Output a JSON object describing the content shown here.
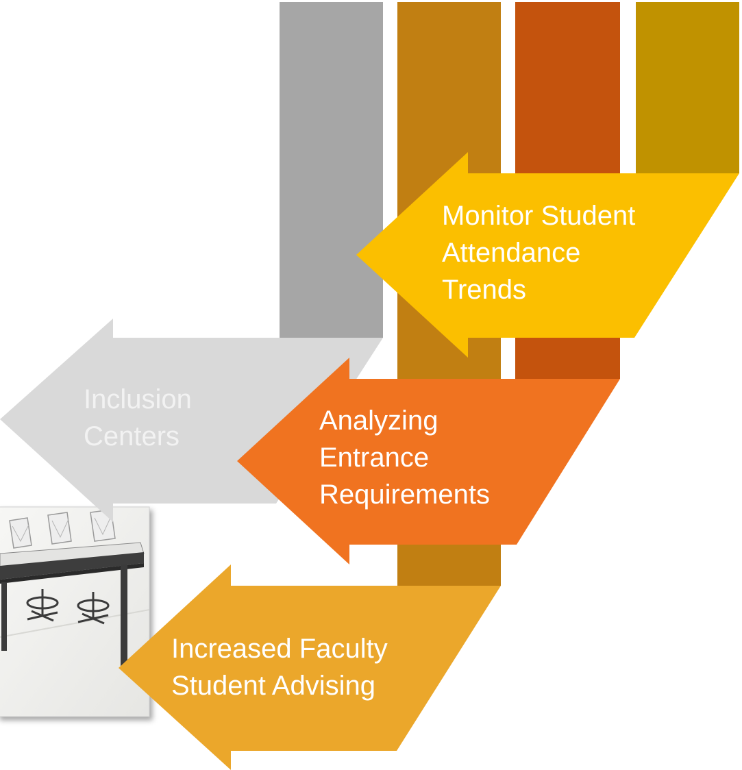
{
  "colors": {
    "column_gray": "#a6a6a6",
    "column_ochre": "#c17f12",
    "column_rust": "#c4530d",
    "column_olive": "#c09200",
    "arrow_gray": "#d9d9d9",
    "arrow_yellow": "#fbbf00",
    "arrow_orange": "#f07320",
    "arrow_amber": "#eba72b",
    "text_white": "#ffffff",
    "text_light_gray": "#f2f2f2"
  },
  "photo": {
    "description_icon": "furniture-photo-icon"
  },
  "arrows": [
    {
      "id": "monitor",
      "line1": "Monitor Student",
      "line2": "Attendance",
      "line3": "Trends"
    },
    {
      "id": "inclusion",
      "line1": "Inclusion",
      "line2": "Centers"
    },
    {
      "id": "analyzing",
      "line1": "Analyzing",
      "line2": "Entrance",
      "line3": "Requirements"
    },
    {
      "id": "faculty",
      "line1": "Increased Faculty",
      "line2": "Student Advising"
    }
  ]
}
